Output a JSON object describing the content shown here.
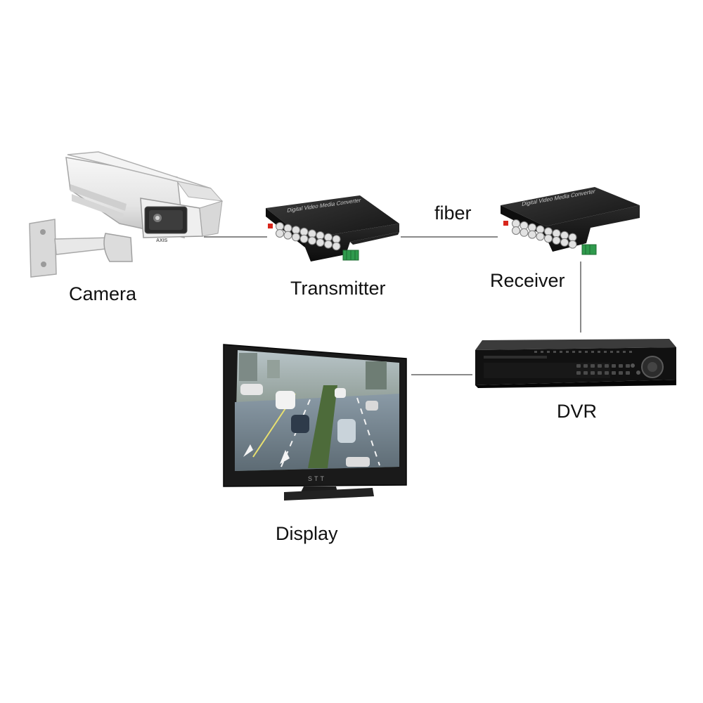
{
  "labels": {
    "camera": "Camera",
    "transmitter": "Transmitter",
    "fiber": "fiber",
    "receiver": "Receiver",
    "dvr": "DVR",
    "display": "Display"
  },
  "device_text": {
    "converter_title": "Digital Video Media Converter",
    "camera_brand": "AXIS",
    "monitor_brand": "STT"
  },
  "icons": {
    "camera": "cctv-camera-icon",
    "transmitter": "media-converter-icon",
    "receiver": "media-converter-icon",
    "dvr": "dvr-recorder-icon",
    "display": "lcd-monitor-icon"
  },
  "colors": {
    "background": "#ffffff",
    "connector_line": "#8a8a8a",
    "device_body": "#1c1c1c",
    "camera_housing": "#eeeeee",
    "terminal_green": "#2f9a4c",
    "led_red": "#d8261c"
  }
}
